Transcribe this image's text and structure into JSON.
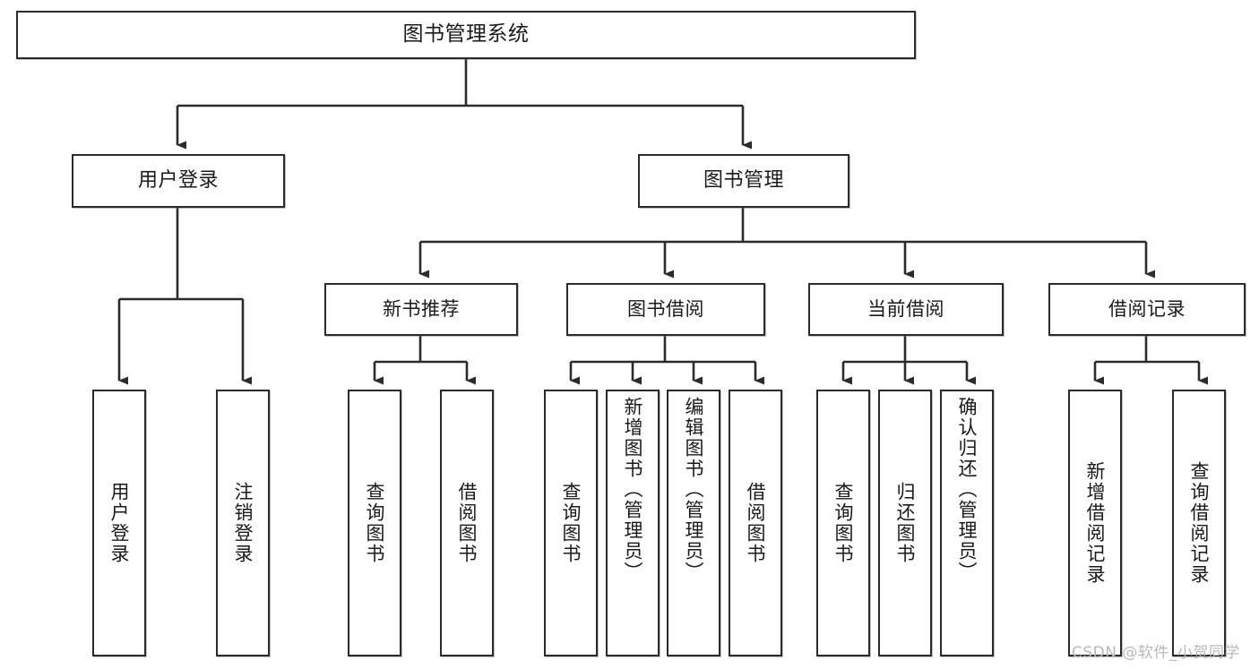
{
  "diagram": {
    "title": "图书管理系统",
    "type": "tree-hierarchy-diagram",
    "colors": {
      "box_border": "#2b2b2b",
      "box_fill": "#ffffff",
      "edge": "#2b2b2b",
      "text": "#1a1a1a",
      "watermark": "#b9b9b9",
      "canvas": "#ffffff"
    }
  },
  "root": {
    "label": "图书管理系统"
  },
  "level1": [
    {
      "id": "user-login",
      "label": "用户登录"
    },
    {
      "id": "book-manage",
      "label": "图书管理"
    }
  ],
  "level2": [
    {
      "id": "new-book-recommend",
      "label": "新书推荐"
    },
    {
      "id": "book-borrow",
      "label": "图书借阅"
    },
    {
      "id": "current-borrow",
      "label": "当前借阅"
    },
    {
      "id": "borrow-record",
      "label": "借阅记录"
    }
  ],
  "leaves": {
    "user_login": [
      {
        "id": "leaf-user-login",
        "label": "用户登录"
      },
      {
        "id": "leaf-logout-login",
        "label": "注销登录"
      }
    ],
    "new_book_recommend": [
      {
        "id": "leaf-query-book-1",
        "label": "查询图书"
      },
      {
        "id": "leaf-borrow-book-1",
        "label": "借阅图书"
      }
    ],
    "book_borrow": [
      {
        "id": "leaf-query-book-2",
        "label": "查询图书"
      },
      {
        "id": "leaf-add-book",
        "label": "新增图书（管理员）"
      },
      {
        "id": "leaf-edit-book",
        "label": "编辑图书（管理员）"
      },
      {
        "id": "leaf-borrow-book-2",
        "label": "借阅图书"
      }
    ],
    "current_borrow": [
      {
        "id": "leaf-query-book-3",
        "label": "查询图书"
      },
      {
        "id": "leaf-return-book",
        "label": "归还图书"
      },
      {
        "id": "leaf-confirm-return",
        "label": "确认归还（管理员）"
      }
    ],
    "borrow_record": [
      {
        "id": "leaf-add-borrow-record",
        "label": "新增借阅记录"
      },
      {
        "id": "leaf-query-borrow-record",
        "label": "查询借阅记录"
      }
    ]
  },
  "watermark": {
    "text": "CSDN @软件_小贺同学"
  }
}
